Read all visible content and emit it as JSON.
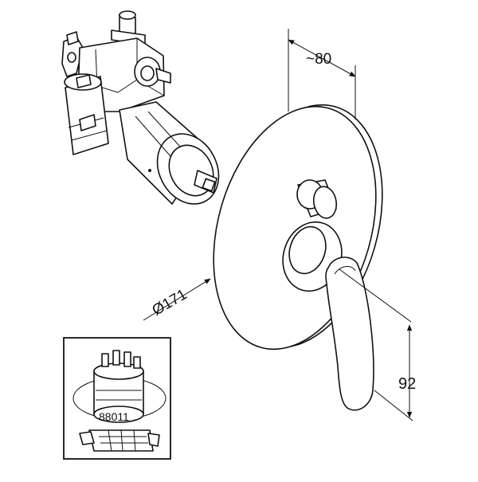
{
  "dimensions": {
    "depth_label": "~80",
    "diameter_label": "Ø171",
    "height_label": "92"
  },
  "inset": {
    "part_number": "88011"
  },
  "colors": {
    "line": "#111111",
    "background": "#ffffff"
  }
}
